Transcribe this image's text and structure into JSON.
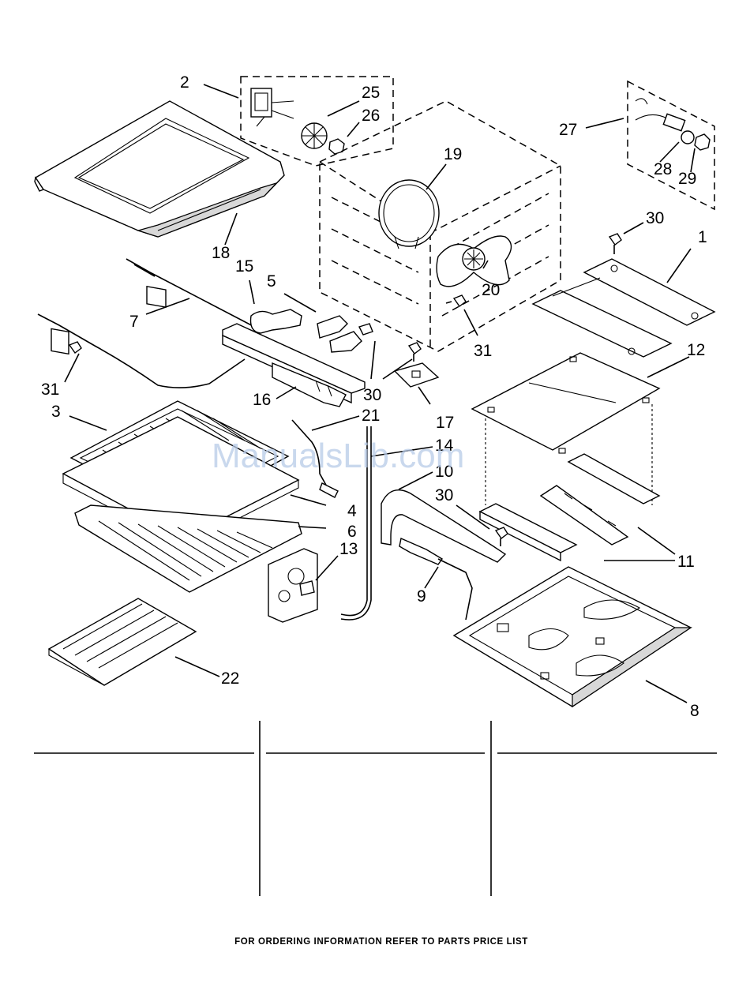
{
  "callouts": {
    "c1": "1",
    "c2": "2",
    "c3": "3",
    "c4": "4",
    "c5": "5",
    "c6": "6",
    "c7": "7",
    "c8": "8",
    "c9": "9",
    "c10": "10",
    "c11": "11",
    "c12": "12",
    "c13": "13",
    "c14": "14",
    "c15": "15",
    "c16": "16",
    "c17": "17",
    "c18": "18",
    "c19": "19",
    "c20": "20",
    "c21": "21",
    "c22": "22",
    "c25": "25",
    "c26": "26",
    "c27": "27",
    "c28": "28",
    "c29": "29",
    "c30a": "30",
    "c30b": "30",
    "c30c": "30",
    "c31a": "31",
    "c31b": "31"
  },
  "watermark": "ManualsLib.com",
  "footer": "FOR ORDERING INFORMATION REFER TO PARTS PRICE LIST"
}
